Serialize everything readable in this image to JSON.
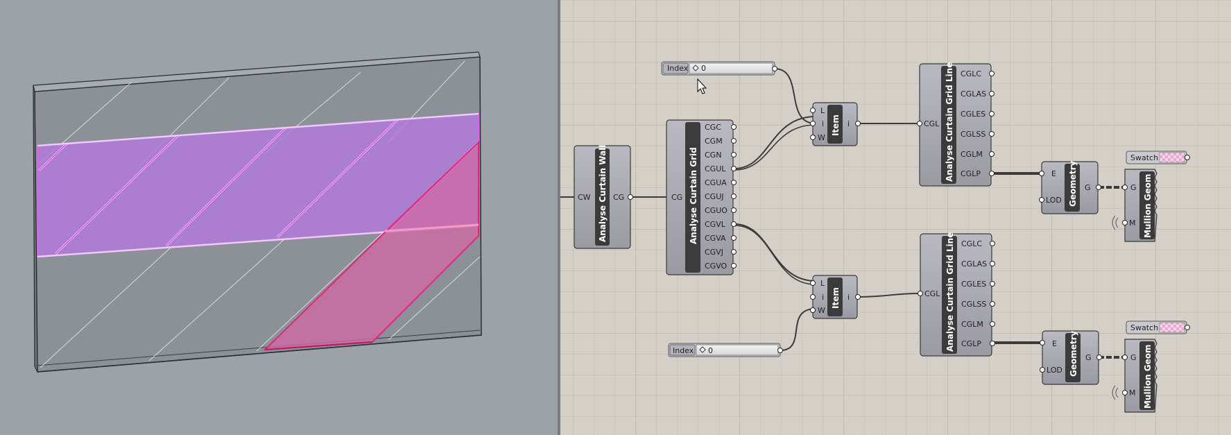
{
  "colors": {
    "viewport_bg": "#9ca2a8",
    "canvas_bg": "#d4d0c8",
    "wall_face": "#8a9096",
    "selected_fill": "#b27ad6",
    "selected_edge": "#d94cf0",
    "highlight_fill": "#cc6aa6",
    "highlight_edge": "#e0287a",
    "component_body": "#a7a7af",
    "component_title": "#3c3c3c",
    "wire": "#3a3a3a"
  },
  "sliders": [
    {
      "label": "Index",
      "value": "0"
    },
    {
      "label": "Index",
      "value": "0"
    }
  ],
  "components": {
    "curtain_wall": {
      "title": "Analyse Curtain Wall",
      "inputs": [
        "CW"
      ],
      "outputs": [
        "CG"
      ]
    },
    "curtain_grid": {
      "title": "Analyse Curtain Grid",
      "inputs": [
        "CG"
      ],
      "outputs": [
        "CGC",
        "CGM",
        "CGN",
        "CGUL",
        "CGUA",
        "CGUJ",
        "CGUO",
        "CGVL",
        "CGVA",
        "CGVJ",
        "CGVO"
      ]
    },
    "item_top": {
      "title": "Item",
      "inputs": [
        "L",
        "i",
        "W"
      ],
      "outputs": [
        "i"
      ]
    },
    "item_bottom": {
      "title": "Item",
      "inputs": [
        "L",
        "i",
        "W"
      ],
      "outputs": [
        "i"
      ]
    },
    "grid_line_top": {
      "title": "Analyse Curtain Grid Line",
      "inputs": [
        "CGL"
      ],
      "outputs": [
        "CGLC",
        "CGLAS",
        "CGLES",
        "CGLSS",
        "CGLM",
        "CGLP"
      ]
    },
    "grid_line_bottom": {
      "title": "Analyse Curtain Grid Line",
      "inputs": [
        "CGL"
      ],
      "outputs": [
        "CGLC",
        "CGLAS",
        "CGLES",
        "CGLSS",
        "CGLM",
        "CGLP"
      ]
    },
    "geometry_top": {
      "title": "Geometry",
      "inputs": [
        "E",
        "LOD"
      ],
      "outputs": [
        "G"
      ]
    },
    "geometry_bottom": {
      "title": "Geometry",
      "inputs": [
        "E",
        "LOD"
      ],
      "outputs": [
        "G"
      ]
    },
    "mullion_top": {
      "title": "Mullion Geom",
      "inputs": [
        "G",
        "M"
      ]
    },
    "mullion_bottom": {
      "title": "Mullion Geom",
      "inputs": [
        "G",
        "M"
      ]
    },
    "swatch_top": {
      "label": "Swatch"
    },
    "swatch_bottom": {
      "label": "Swatch"
    }
  }
}
